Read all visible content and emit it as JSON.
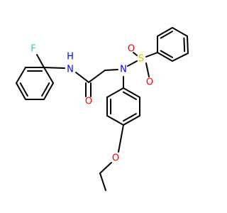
{
  "colors": {
    "bond": "#000000",
    "carbon_text": "#000000",
    "nitrogen": "#0000FF",
    "oxygen": "#FF0000",
    "sulfur": "#CCCC00",
    "fluorine": "#33CCCC"
  },
  "atoms": {
    "fluorine": "F",
    "amide_nitrogen": "N",
    "amide_hydrogen": "H",
    "carbonyl_oxygen": "O",
    "sulfonamide_nitrogen": "N",
    "sulfur": "S",
    "sulfonyl_oxygen_left": "O",
    "sulfonyl_oxygen_right": "O",
    "ether_oxygen": "O"
  }
}
